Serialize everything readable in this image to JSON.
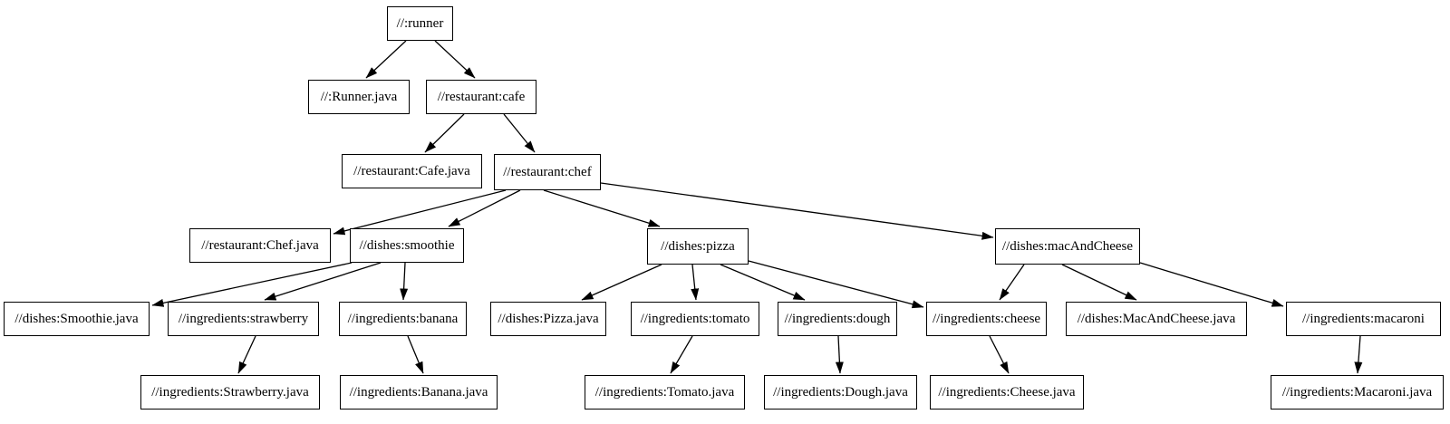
{
  "page": {
    "background": "#ffffff",
    "node_fill": "#ffffff",
    "node_border": "#000000",
    "edge_color": "#000000",
    "text_color": "#000000"
  },
  "graph": {
    "type": "directed-dependency-graph",
    "nodes": [
      {
        "id": "runner",
        "label": "//:runner"
      },
      {
        "id": "runner-java",
        "label": "//:Runner.java"
      },
      {
        "id": "cafe",
        "label": "//restaurant:cafe"
      },
      {
        "id": "cafe-java",
        "label": "//restaurant:Cafe.java"
      },
      {
        "id": "chef",
        "label": "//restaurant:chef"
      },
      {
        "id": "chef-java",
        "label": "//restaurant:Chef.java"
      },
      {
        "id": "smoothie",
        "label": "//dishes:smoothie"
      },
      {
        "id": "pizza",
        "label": "//dishes:pizza"
      },
      {
        "id": "macandcheese",
        "label": "//dishes:macAndCheese"
      },
      {
        "id": "smoothie-java",
        "label": "//dishes:Smoothie.java"
      },
      {
        "id": "strawberry",
        "label": "//ingredients:strawberry"
      },
      {
        "id": "banana",
        "label": "//ingredients:banana"
      },
      {
        "id": "pizza-java",
        "label": "//dishes:Pizza.java"
      },
      {
        "id": "tomato",
        "label": "//ingredients:tomato"
      },
      {
        "id": "dough",
        "label": "//ingredients:dough"
      },
      {
        "id": "cheese",
        "label": "//ingredients:cheese"
      },
      {
        "id": "macandcheese-java",
        "label": "//dishes:MacAndCheese.java"
      },
      {
        "id": "macaroni",
        "label": "//ingredients:macaroni"
      },
      {
        "id": "strawberry-java",
        "label": "//ingredients:Strawberry.java"
      },
      {
        "id": "banana-java",
        "label": "//ingredients:Banana.java"
      },
      {
        "id": "tomato-java",
        "label": "//ingredients:Tomato.java"
      },
      {
        "id": "dough-java",
        "label": "//ingredients:Dough.java"
      },
      {
        "id": "cheese-java",
        "label": "//ingredients:Cheese.java"
      },
      {
        "id": "macaroni-java",
        "label": "//ingredients:Macaroni.java"
      }
    ],
    "edges": [
      {
        "from": "runner",
        "to": "runner-java"
      },
      {
        "from": "runner",
        "to": "cafe"
      },
      {
        "from": "cafe",
        "to": "cafe-java"
      },
      {
        "from": "cafe",
        "to": "chef"
      },
      {
        "from": "chef",
        "to": "chef-java"
      },
      {
        "from": "chef",
        "to": "smoothie"
      },
      {
        "from": "chef",
        "to": "pizza"
      },
      {
        "from": "chef",
        "to": "macandcheese"
      },
      {
        "from": "smoothie",
        "to": "smoothie-java"
      },
      {
        "from": "smoothie",
        "to": "strawberry"
      },
      {
        "from": "smoothie",
        "to": "banana"
      },
      {
        "from": "pizza",
        "to": "pizza-java"
      },
      {
        "from": "pizza",
        "to": "tomato"
      },
      {
        "from": "pizza",
        "to": "dough"
      },
      {
        "from": "pizza",
        "to": "cheese"
      },
      {
        "from": "macandcheese",
        "to": "cheese"
      },
      {
        "from": "macandcheese",
        "to": "macandcheese-java"
      },
      {
        "from": "macandcheese",
        "to": "macaroni"
      },
      {
        "from": "strawberry",
        "to": "strawberry-java"
      },
      {
        "from": "banana",
        "to": "banana-java"
      },
      {
        "from": "tomato",
        "to": "tomato-java"
      },
      {
        "from": "dough",
        "to": "dough-java"
      },
      {
        "from": "cheese",
        "to": "cheese-java"
      },
      {
        "from": "macaroni",
        "to": "macaroni-java"
      }
    ]
  }
}
